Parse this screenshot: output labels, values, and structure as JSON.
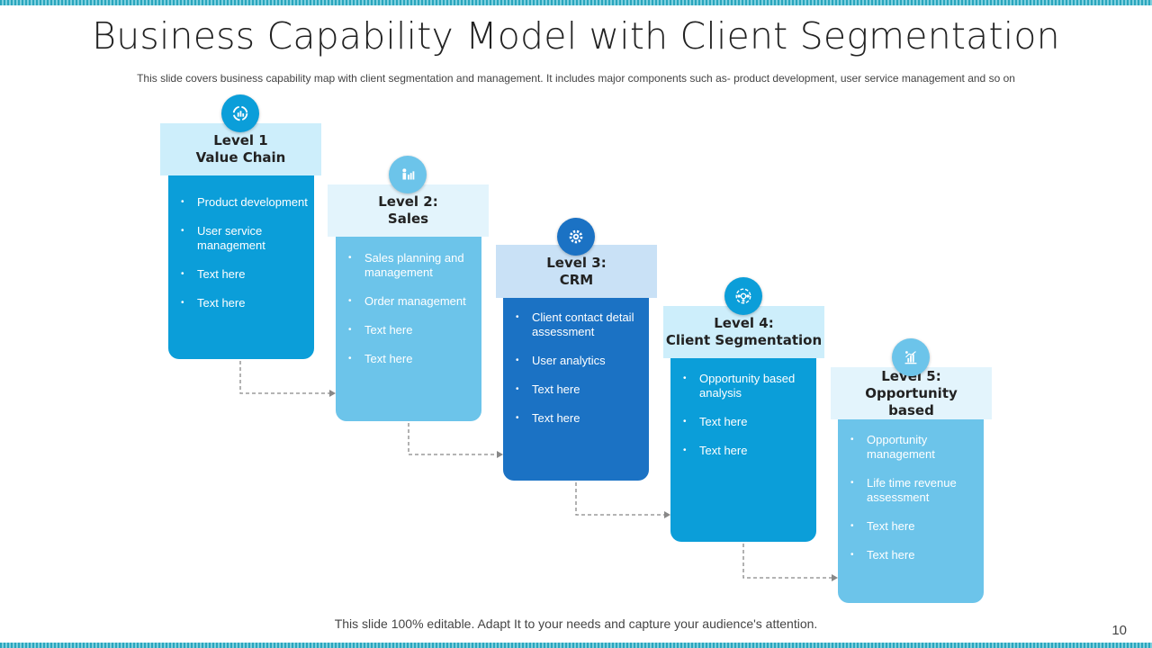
{
  "title": "Business Capability Model with Client Segmentation",
  "subtitle": "This slide covers business capability map with client segmentation and management. It includes major components such as- product development,  user service management and so on",
  "footer": "This slide 100% editable. Adapt  It to your needs and capture your audience's attention.",
  "page_number": "10",
  "colors": {
    "band": "#2aa6bd",
    "level1": "#0b9ed9",
    "level2": "#6cc4ea",
    "level3": "#1b72c4",
    "level4": "#0b9ed9",
    "level5": "#6cc4ea",
    "header_light": "#d3eefb"
  },
  "levels": [
    {
      "title_line1": "Level 1",
      "title_line2": "Value Chain",
      "title_line3": "",
      "icon": "value-chain-cycle-icon",
      "items": [
        "Product development",
        "User service management",
        "Text here",
        "Text here"
      ]
    },
    {
      "title_line1": "Level 2:",
      "title_line2": "Sales",
      "title_line3": "",
      "icon": "sales-presentation-icon",
      "items": [
        "Sales planning and management",
        "Order management",
        "Text here",
        "Text here"
      ]
    },
    {
      "title_line1": "Level 3:",
      "title_line2": "CRM",
      "title_line3": "",
      "icon": "crm-gear-people-icon",
      "items": [
        "Client contact detail assessment",
        "User analytics",
        "Text here",
        "Text here"
      ]
    },
    {
      "title_line1": "Level 4:",
      "title_line2": "Client Segmentation",
      "title_line3": "",
      "icon": "client-segmentation-icon",
      "items": [
        "Opportunity based analysis",
        "Text here",
        "Text here"
      ]
    },
    {
      "title_line1": "Level 5:",
      "title_line2": "Opportunity",
      "title_line3": "based",
      "icon": "opportunity-growth-chart-icon",
      "items": [
        "Opportunity management",
        "Life time revenue assessment",
        "Text here",
        "Text here"
      ]
    }
  ]
}
